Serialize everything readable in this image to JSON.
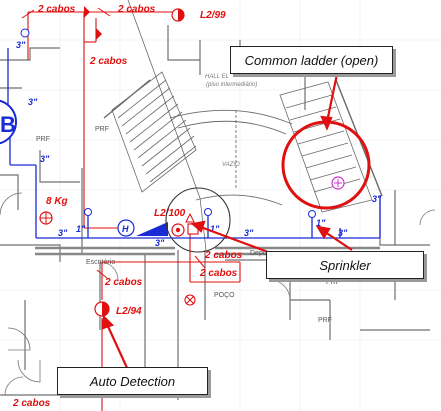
{
  "callouts": {
    "common_ladder": "Common ladder (open)",
    "sprinkler": "Sprinkler",
    "auto_detection": "Auto Detection"
  },
  "plan_labels": {
    "cables_a": "2 cabos",
    "cables_b": "2 cabos",
    "cables_c": "2 cabos",
    "cables_d": "2 cabos",
    "cables_e": "2 cabos",
    "cables_f": "2 cabos",
    "circuit_top": "L2/99",
    "circuit_mid": "L2/100",
    "circuit_bottom": "L2/94",
    "extinguisher": "8 Kg",
    "hydrant": "H",
    "room_b": "B",
    "prf_1": "PRF",
    "prf_2": "PRF",
    "prf_3": "PRF",
    "prf_4": "PRF",
    "pipe_3in_a": "3\"",
    "pipe_3in_b": "3\"",
    "pipe_3in_c": "3\"",
    "pipe_3in_d": "3\"",
    "pipe_3in_e": "3\"",
    "pipe_3in_f": "3\"",
    "pipe_3in_g": "3\"",
    "pipe_3in_h": "3\"",
    "pipe_1in_a": "1\"",
    "pipe_1in_b": "1\"",
    "escritorio": "Escritório",
    "deposito": "Depo",
    "poco": "POÇO",
    "hall": "HALL EL",
    "piso": "(piso intermediário)",
    "vazio": "VAZIO"
  },
  "colors": {
    "fire_alarm": "#e01010",
    "sprinkler_pipe": "#1a2bd6",
    "structure": "#707070",
    "highlight": "#e01010",
    "accent": "#cc33cc"
  }
}
